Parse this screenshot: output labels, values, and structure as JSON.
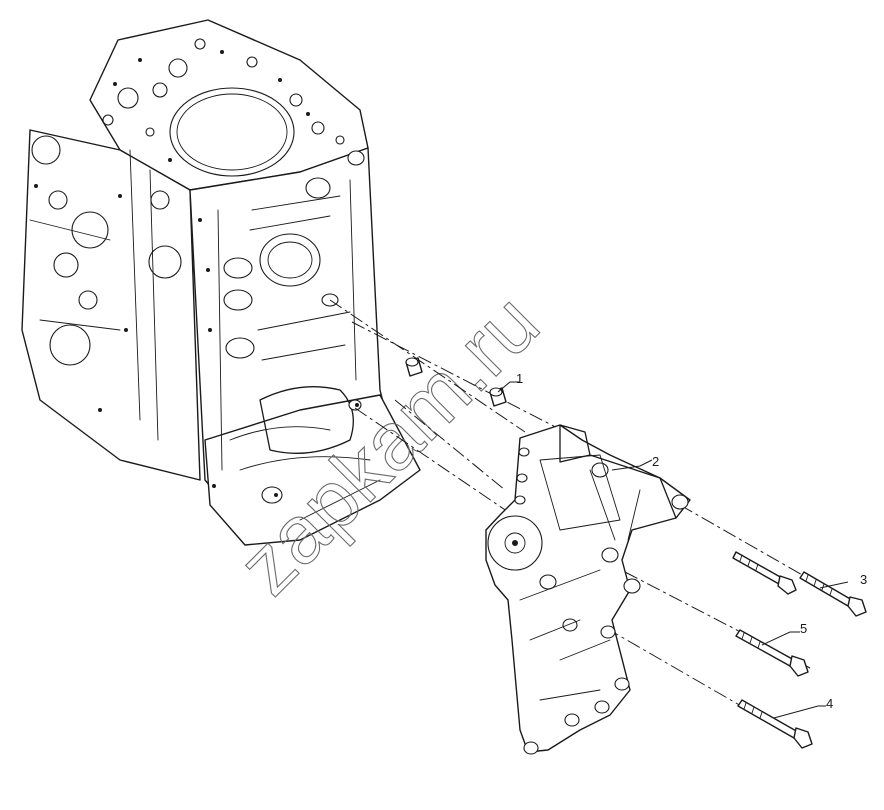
{
  "diagram": {
    "watermark": "zapkam.ru",
    "parts": [
      {
        "id": "part-1",
        "label": "1"
      },
      {
        "id": "part-2",
        "label": "2"
      },
      {
        "id": "part-3",
        "label": "3"
      },
      {
        "id": "part-4",
        "label": "4"
      },
      {
        "id": "part-5",
        "label": "5"
      }
    ]
  }
}
